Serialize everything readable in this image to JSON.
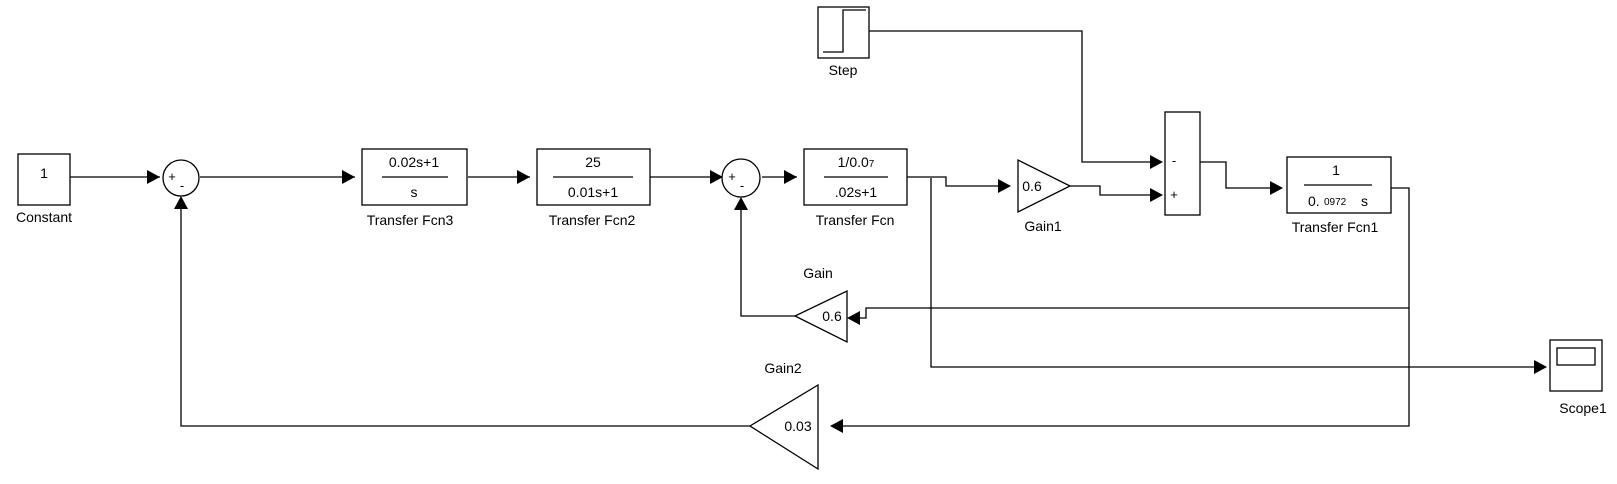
{
  "blocks": {
    "constant": {
      "label": "Constant",
      "value": "1"
    },
    "step": {
      "label": "Step"
    },
    "transfer_fcn3": {
      "label": "Transfer Fcn3",
      "numerator": "0.02s+1",
      "denominator": "s"
    },
    "transfer_fcn2": {
      "label": "Transfer Fcn2",
      "numerator": "25",
      "denominator": "0.01s+1"
    },
    "transfer_fcn": {
      "label": "Transfer Fcn",
      "numerator_main": "1/0.0",
      "numerator_sub": "7",
      "denominator": ".02s+1"
    },
    "transfer_fcn1": {
      "label": "Transfer Fcn1",
      "numerator": "1",
      "denominator_a": "0.",
      "denominator_b": "0972",
      "denominator_c": "s"
    },
    "gain": {
      "label": "Gain",
      "value": "0.6"
    },
    "gain1": {
      "label": "Gain1",
      "value": "0.6"
    },
    "gain2": {
      "label": "Gain2",
      "value": "0.03"
    },
    "scope1": {
      "label": "Scope1"
    }
  },
  "sum_signs": {
    "sum1_plus": "+",
    "sum1_minus": "-",
    "sum2_plus": "+",
    "sum2_minus": "-",
    "sum3_top": "-",
    "sum3_bottom": "+"
  }
}
